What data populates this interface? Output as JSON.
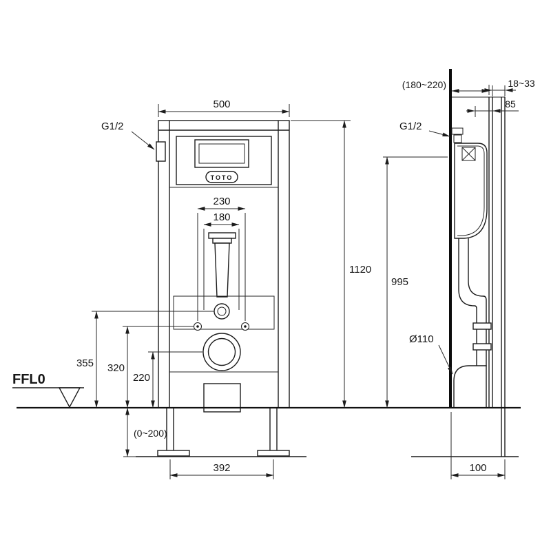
{
  "drawing": {
    "front": {
      "dim_500": "500",
      "g_label": "G1/2",
      "brand": "TOTO",
      "dim_230": "230",
      "dim_180": "180",
      "dim_1120": "1120",
      "dim_355": "355",
      "dim_320": "320",
      "dim_220": "220",
      "ffl": "FFL0",
      "dim_leg": "(0~200)",
      "dim_392": "392"
    },
    "side": {
      "dim_depth": "(180~220)",
      "dim_panel": "18~33",
      "dim_85": "85",
      "g_label": "G1/2",
      "dim_995": "995",
      "dim_dia": "Ø110",
      "dim_100": "100"
    }
  }
}
